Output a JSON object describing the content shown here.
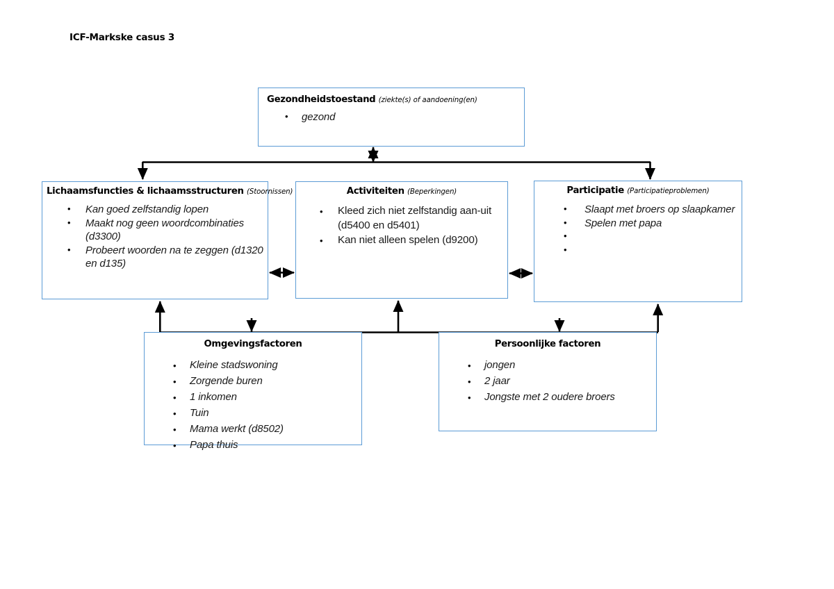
{
  "document": {
    "title": "ICF-Markske casus 3"
  },
  "theme": {
    "box_border": "#5B9BD5",
    "connector": "#000000",
    "background": "#FFFFFF",
    "text": "#000000"
  },
  "boxes": {
    "health": {
      "title": "Gezondheidstoestand",
      "subtitle": "(ziekte(s) of aandoening(en)",
      "items": [
        "gezond"
      ]
    },
    "body": {
      "title": "Lichaamsfuncties & lichaamsstructuren",
      "subtitle": "(Stoornissen)",
      "items": [
        "Kan goed zelfstandig lopen",
        "Maakt nog geen woordcombinaties (d3300)",
        "Probeert woorden na te zeggen (d1320 en d135)"
      ]
    },
    "activities": {
      "title": "Activiteiten",
      "subtitle": "(Beperkingen)",
      "items": [
        "Kleed zich niet zelfstandig aan-uit (d5400 en d5401)",
        "Kan niet alleen spelen (d9200)"
      ]
    },
    "participation": {
      "title": "Participatie",
      "subtitle": "(Participatieproblemen)",
      "items": [
        "Slaapt met broers op slaapkamer",
        "Spelen met papa",
        "",
        ""
      ]
    },
    "environment": {
      "title": "Omgevingsfactoren",
      "subtitle": "",
      "items": [
        "Kleine stadswoning",
        "Zorgende buren",
        "1 inkomen",
        "Tuin",
        "Mama werkt (d8502)",
        "Papa thuis"
      ]
    },
    "personal": {
      "title": "Persoonlijke factoren",
      "subtitle": "",
      "items": [
        "jongen",
        "2 jaar",
        "Jongste met 2 oudere broers"
      ]
    }
  },
  "connectors": [
    {
      "name": "health-to-bus",
      "type": "double-vertical"
    },
    {
      "name": "bus-to-body",
      "type": "down"
    },
    {
      "name": "bus-to-participation",
      "type": "down"
    },
    {
      "name": "body-activities",
      "type": "double-horizontal"
    },
    {
      "name": "activities-participation",
      "type": "double-horizontal"
    },
    {
      "name": "body-to-bottom-bus",
      "type": "up"
    },
    {
      "name": "activities-to-bottom-bus",
      "type": "up"
    },
    {
      "name": "participation-to-bottom-bus",
      "type": "up"
    },
    {
      "name": "bottom-bus-to-environment",
      "type": "down"
    },
    {
      "name": "bottom-bus-to-personal",
      "type": "down"
    }
  ]
}
